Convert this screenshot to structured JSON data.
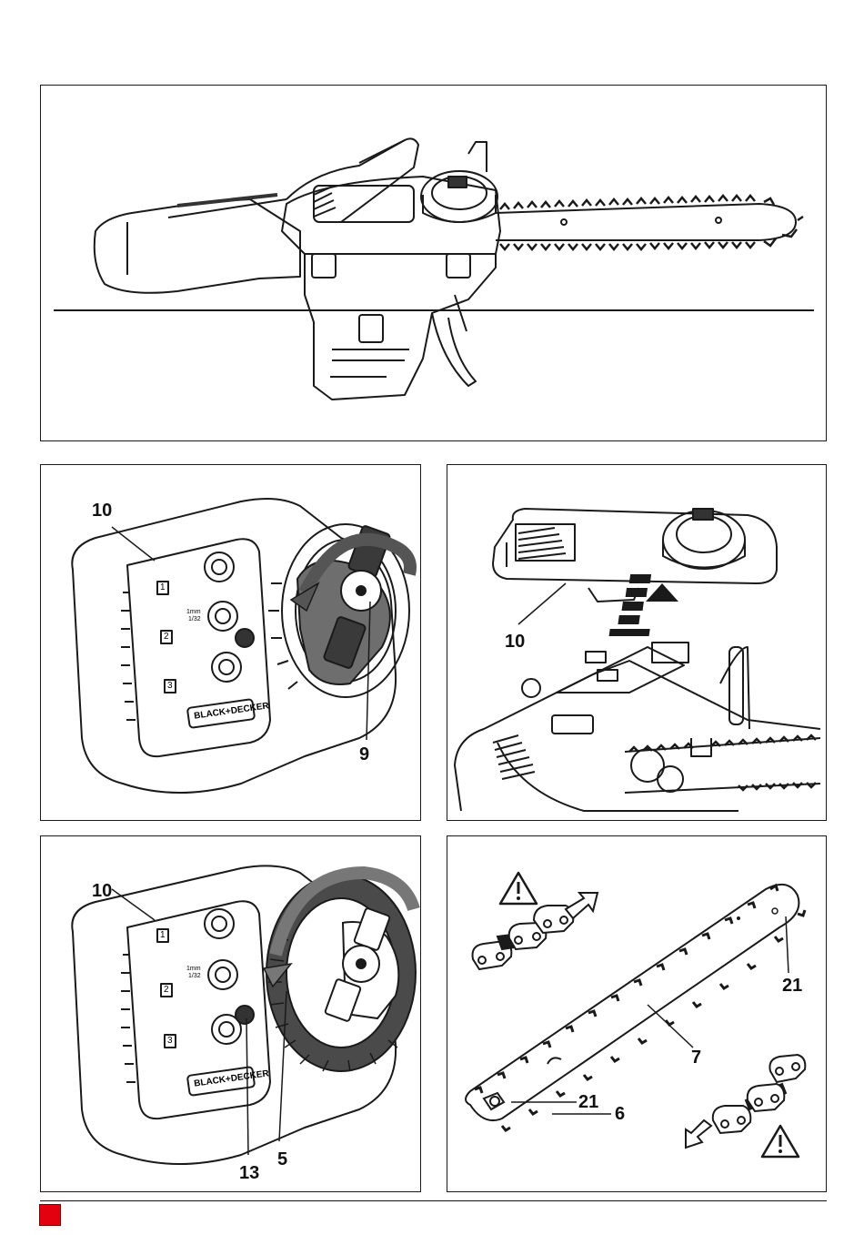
{
  "figure_a": {
    "callouts": []
  },
  "figure_b": {
    "callouts": [
      "10",
      "9"
    ],
    "panel_steps": [
      "1",
      "2",
      "3"
    ],
    "depth_label": "1mm",
    "depth_label_2": "1/32",
    "brand_logo": "BLACK+DECKER"
  },
  "figure_c": {
    "callouts": [
      "10"
    ]
  },
  "figure_d": {
    "callouts": [
      "10",
      "13",
      "5"
    ],
    "panel_steps": [
      "1",
      "2",
      "3"
    ],
    "depth_label": "1mm",
    "depth_label_2": "1/32",
    "brand_logo": "BLACK+DECKER"
  },
  "figure_e": {
    "callouts": [
      "21",
      "7",
      "21",
      "6"
    ]
  },
  "colors": {
    "page_marker": "#e3000f",
    "line": "#1a1a1a",
    "shade": "#6e6e6e"
  }
}
